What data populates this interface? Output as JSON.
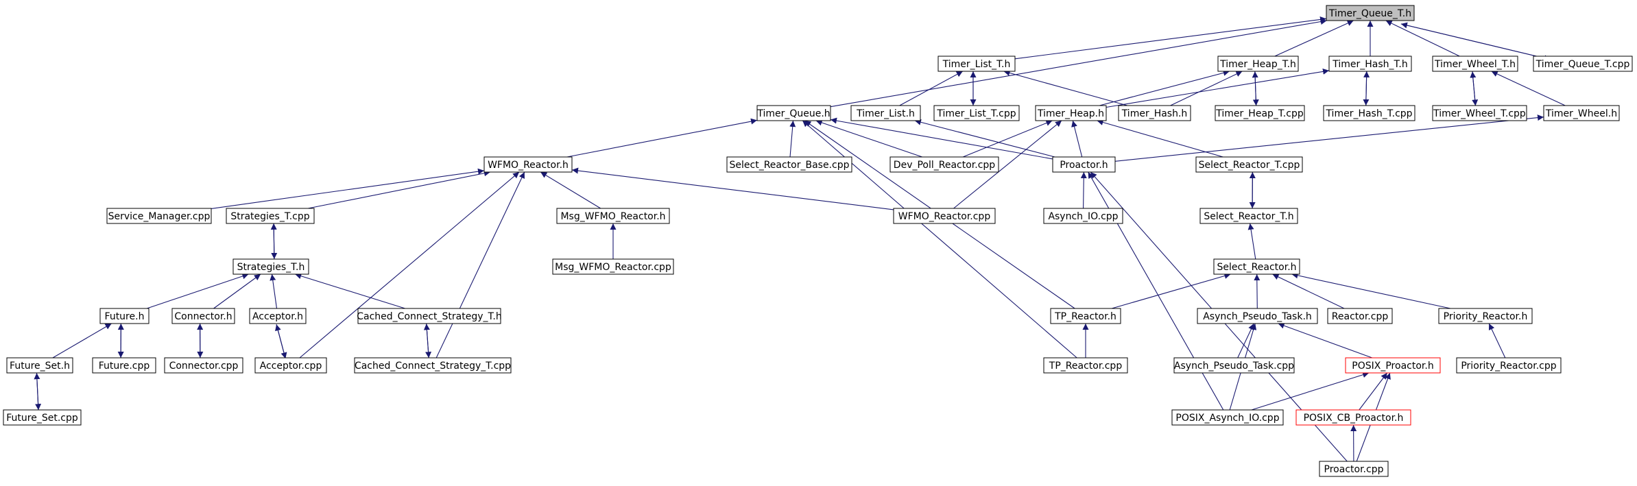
{
  "nodes": [
    {
      "id": "timer_queue_t_h",
      "label": "Timer_Queue_T.h",
      "style": "root"
    },
    {
      "id": "timer_list_t_h",
      "label": "Timer_List_T.h"
    },
    {
      "id": "timer_heap_t_h",
      "label": "Timer_Heap_T.h"
    },
    {
      "id": "timer_hash_t_h",
      "label": "Timer_Hash_T.h"
    },
    {
      "id": "timer_wheel_t_h",
      "label": "Timer_Wheel_T.h"
    },
    {
      "id": "timer_queue_t_cpp",
      "label": "Timer_Queue_T.cpp"
    },
    {
      "id": "timer_queue_h",
      "label": "Timer_Queue.h"
    },
    {
      "id": "timer_list_h",
      "label": "Timer_List.h"
    },
    {
      "id": "timer_list_t_cpp",
      "label": "Timer_List_T.cpp"
    },
    {
      "id": "timer_heap_h",
      "label": "Timer_Heap.h"
    },
    {
      "id": "timer_hash_h",
      "label": "Timer_Hash.h"
    },
    {
      "id": "timer_heap_t_cpp",
      "label": "Timer_Heap_T.cpp"
    },
    {
      "id": "timer_hash_t_cpp",
      "label": "Timer_Hash_T.cpp"
    },
    {
      "id": "timer_wheel_t_cpp",
      "label": "Timer_Wheel_T.cpp"
    },
    {
      "id": "timer_wheel_h",
      "label": "Timer_Wheel.h"
    },
    {
      "id": "wfmo_reactor_h",
      "label": "WFMO_Reactor.h"
    },
    {
      "id": "select_reactor_base_cpp",
      "label": "Select_Reactor_Base.cpp"
    },
    {
      "id": "dev_poll_reactor_cpp",
      "label": "Dev_Poll_Reactor.cpp"
    },
    {
      "id": "proactor_h",
      "label": "Proactor.h"
    },
    {
      "id": "select_reactor_t_cpp",
      "label": "Select_Reactor_T.cpp"
    },
    {
      "id": "service_manager_cpp",
      "label": "Service_Manager.cpp"
    },
    {
      "id": "strategies_t_cpp",
      "label": "Strategies_T.cpp"
    },
    {
      "id": "msg_wfmo_reactor_h",
      "label": "Msg_WFMO_Reactor.h"
    },
    {
      "id": "wfmo_reactor_cpp",
      "label": "WFMO_Reactor.cpp"
    },
    {
      "id": "asynch_io_cpp",
      "label": "Asynch_IO.cpp"
    },
    {
      "id": "select_reactor_t_h",
      "label": "Select_Reactor_T.h"
    },
    {
      "id": "msg_wfmo_reactor_cpp",
      "label": "Msg_WFMO_Reactor.cpp"
    },
    {
      "id": "strategies_t_h",
      "label": "Strategies_T.h"
    },
    {
      "id": "select_reactor_h",
      "label": "Select_Reactor.h"
    },
    {
      "id": "future_h",
      "label": "Future.h"
    },
    {
      "id": "connector_h",
      "label": "Connector.h"
    },
    {
      "id": "acceptor_h",
      "label": "Acceptor.h"
    },
    {
      "id": "cached_connect_strategy_t_h",
      "label": "Cached_Connect_Strategy_T.h"
    },
    {
      "id": "tp_reactor_h",
      "label": "TP_Reactor.h"
    },
    {
      "id": "asynch_pseudo_task_h",
      "label": "Asynch_Pseudo_Task.h"
    },
    {
      "id": "reactor_cpp",
      "label": "Reactor.cpp"
    },
    {
      "id": "priority_reactor_h",
      "label": "Priority_Reactor.h"
    },
    {
      "id": "future_set_h",
      "label": "Future_Set.h"
    },
    {
      "id": "future_cpp",
      "label": "Future.cpp"
    },
    {
      "id": "connector_cpp",
      "label": "Connector.cpp"
    },
    {
      "id": "acceptor_cpp",
      "label": "Acceptor.cpp"
    },
    {
      "id": "cached_connect_strategy_t_cpp",
      "label": "Cached_Connect_Strategy_T.cpp"
    },
    {
      "id": "tp_reactor_cpp",
      "label": "TP_Reactor.cpp"
    },
    {
      "id": "asynch_pseudo_task_cpp",
      "label": "Asynch_Pseudo_Task.cpp"
    },
    {
      "id": "posix_proactor_h",
      "label": "POSIX_Proactor.h",
      "style": "red"
    },
    {
      "id": "priority_reactor_cpp",
      "label": "Priority_Reactor.cpp"
    },
    {
      "id": "future_set_cpp",
      "label": "Future_Set.cpp"
    },
    {
      "id": "posix_asynch_io_cpp",
      "label": "POSIX_Asynch_IO.cpp"
    },
    {
      "id": "posix_cb_proactor_h",
      "label": "POSIX_CB_Proactor.h",
      "style": "red"
    },
    {
      "id": "proactor_cpp",
      "label": "Proactor.cpp"
    }
  ],
  "edges": [
    {
      "from": "timer_list_t_h",
      "to": "timer_queue_t_h"
    },
    {
      "from": "timer_heap_t_h",
      "to": "timer_queue_t_h"
    },
    {
      "from": "timer_hash_t_h",
      "to": "timer_queue_t_h"
    },
    {
      "from": "timer_wheel_t_h",
      "to": "timer_queue_t_h"
    },
    {
      "from": "timer_queue_t_cpp",
      "to": "timer_queue_t_h"
    },
    {
      "from": "timer_queue_h",
      "to": "timer_queue_t_h"
    },
    {
      "from": "timer_queue_t_h",
      "to": "timer_queue_t_cpp"
    },
    {
      "from": "timer_list_h",
      "to": "timer_list_t_h"
    },
    {
      "from": "timer_list_t_cpp",
      "to": "timer_list_t_h"
    },
    {
      "from": "timer_list_t_h",
      "to": "timer_list_t_cpp"
    },
    {
      "from": "timer_hash_h",
      "to": "timer_list_t_h"
    },
    {
      "from": "timer_heap_h",
      "to": "timer_heap_t_h"
    },
    {
      "from": "timer_hash_h",
      "to": "timer_heap_t_h"
    },
    {
      "from": "timer_heap_t_cpp",
      "to": "timer_heap_t_h"
    },
    {
      "from": "timer_heap_t_h",
      "to": "timer_heap_t_cpp"
    },
    {
      "from": "timer_heap_h",
      "to": "timer_hash_t_h"
    },
    {
      "from": "timer_hash_t_cpp",
      "to": "timer_hash_t_h"
    },
    {
      "from": "timer_hash_t_h",
      "to": "timer_hash_t_cpp"
    },
    {
      "from": "timer_wheel_t_cpp",
      "to": "timer_wheel_t_h"
    },
    {
      "from": "timer_wheel_t_h",
      "to": "timer_wheel_t_cpp"
    },
    {
      "from": "timer_wheel_h",
      "to": "timer_wheel_t_h"
    },
    {
      "from": "wfmo_reactor_h",
      "to": "timer_queue_h"
    },
    {
      "from": "select_reactor_base_cpp",
      "to": "timer_queue_h"
    },
    {
      "from": "dev_poll_reactor_cpp",
      "to": "timer_queue_h"
    },
    {
      "from": "proactor_h",
      "to": "timer_queue_h"
    },
    {
      "from": "tp_reactor_h",
      "to": "timer_queue_h"
    },
    {
      "from": "tp_reactor_cpp",
      "to": "timer_queue_h"
    },
    {
      "from": "proactor_h",
      "to": "timer_list_h"
    },
    {
      "from": "dev_poll_reactor_cpp",
      "to": "timer_heap_h"
    },
    {
      "from": "proactor_h",
      "to": "timer_heap_h"
    },
    {
      "from": "wfmo_reactor_cpp",
      "to": "timer_heap_h"
    },
    {
      "from": "select_reactor_t_cpp",
      "to": "timer_heap_h"
    },
    {
      "from": "proactor_h",
      "to": "timer_wheel_h"
    },
    {
      "from": "service_manager_cpp",
      "to": "wfmo_reactor_h"
    },
    {
      "from": "strategies_t_cpp",
      "to": "wfmo_reactor_h"
    },
    {
      "from": "msg_wfmo_reactor_h",
      "to": "wfmo_reactor_h"
    },
    {
      "from": "wfmo_reactor_cpp",
      "to": "wfmo_reactor_h"
    },
    {
      "from": "acceptor_cpp",
      "to": "wfmo_reactor_h"
    },
    {
      "from": "cached_connect_strategy_t_cpp",
      "to": "wfmo_reactor_h"
    },
    {
      "from": "msg_wfmo_reactor_cpp",
      "to": "msg_wfmo_reactor_h"
    },
    {
      "from": "strategies_t_h",
      "to": "strategies_t_cpp"
    },
    {
      "from": "strategies_t_cpp",
      "to": "strategies_t_h"
    },
    {
      "from": "future_h",
      "to": "strategies_t_h"
    },
    {
      "from": "connector_h",
      "to": "strategies_t_h"
    },
    {
      "from": "acceptor_h",
      "to": "strategies_t_h"
    },
    {
      "from": "cached_connect_strategy_t_h",
      "to": "strategies_t_h"
    },
    {
      "from": "future_set_h",
      "to": "future_h"
    },
    {
      "from": "future_cpp",
      "to": "future_h"
    },
    {
      "from": "future_h",
      "to": "future_cpp"
    },
    {
      "from": "future_set_cpp",
      "to": "future_set_h"
    },
    {
      "from": "future_set_h",
      "to": "future_set_cpp"
    },
    {
      "from": "connector_cpp",
      "to": "connector_h"
    },
    {
      "from": "connector_h",
      "to": "connector_cpp"
    },
    {
      "from": "acceptor_cpp",
      "to": "acceptor_h"
    },
    {
      "from": "acceptor_h",
      "to": "acceptor_cpp"
    },
    {
      "from": "cached_connect_strategy_t_cpp",
      "to": "cached_connect_strategy_t_h"
    },
    {
      "from": "cached_connect_strategy_t_h",
      "to": "cached_connect_strategy_t_cpp"
    },
    {
      "from": "asynch_io_cpp",
      "to": "proactor_h"
    },
    {
      "from": "posix_asynch_io_cpp",
      "to": "proactor_h"
    },
    {
      "from": "proactor_cpp",
      "to": "proactor_h"
    },
    {
      "from": "select_reactor_t_h",
      "to": "select_reactor_t_cpp"
    },
    {
      "from": "select_reactor_t_cpp",
      "to": "select_reactor_t_h"
    },
    {
      "from": "select_reactor_h",
      "to": "select_reactor_t_h"
    },
    {
      "from": "tp_reactor_h",
      "to": "select_reactor_h"
    },
    {
      "from": "asynch_pseudo_task_h",
      "to": "select_reactor_h"
    },
    {
      "from": "reactor_cpp",
      "to": "select_reactor_h"
    },
    {
      "from": "priority_reactor_h",
      "to": "select_reactor_h"
    },
    {
      "from": "tp_reactor_cpp",
      "to": "tp_reactor_h"
    },
    {
      "from": "asynch_pseudo_task_cpp",
      "to": "asynch_pseudo_task_h"
    },
    {
      "from": "posix_proactor_h",
      "to": "asynch_pseudo_task_h"
    },
    {
      "from": "posix_asynch_io_cpp",
      "to": "asynch_pseudo_task_h"
    },
    {
      "from": "priority_reactor_cpp",
      "to": "priority_reactor_h"
    },
    {
      "from": "posix_asynch_io_cpp",
      "to": "posix_proactor_h"
    },
    {
      "from": "posix_cb_proactor_h",
      "to": "posix_proactor_h"
    },
    {
      "from": "proactor_cpp",
      "to": "posix_proactor_h"
    },
    {
      "from": "proactor_cpp",
      "to": "posix_cb_proactor_h"
    }
  ]
}
